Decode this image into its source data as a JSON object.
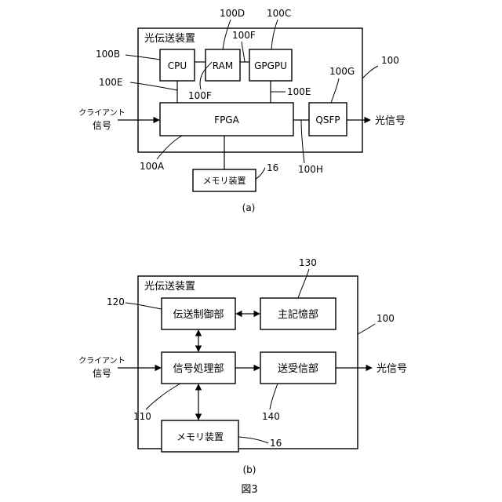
{
  "figure_label": "図3",
  "diagram_a": {
    "caption": "(a)",
    "device_title": "光伝送装置",
    "device_ref": "100",
    "blocks": {
      "cpu": "CPU",
      "ram": "RAM",
      "gpgpu": "GPGPU",
      "fpga": "FPGA",
      "qsfp": "QSFP",
      "memory": "メモリ装置"
    },
    "refs": {
      "fpga": "100A",
      "cpu": "100B",
      "gpgpu": "100C",
      "ram": "100D",
      "bus_left": "100E",
      "bus_right": "100E",
      "link_top": "100F",
      "link_mid": "100F",
      "qsfp": "100G",
      "fpga_qsfp": "100H",
      "memory": "16"
    },
    "input_label_line1": "クライアント",
    "input_label_line2": "信号",
    "output_label": "光信号"
  },
  "diagram_b": {
    "caption": "(b)",
    "device_title": "光伝送装置",
    "device_ref": "100",
    "blocks": {
      "control": "伝送制御部",
      "storage": "主記憶部",
      "signal": "信号処理部",
      "transceiver": "送受信部",
      "memory": "メモリ装置"
    },
    "refs": {
      "control": "120",
      "storage": "130",
      "signal": "110",
      "transceiver": "140",
      "memory": "16"
    },
    "input_label_line1": "クライアント",
    "input_label_line2": "信号",
    "output_label": "光信号"
  }
}
